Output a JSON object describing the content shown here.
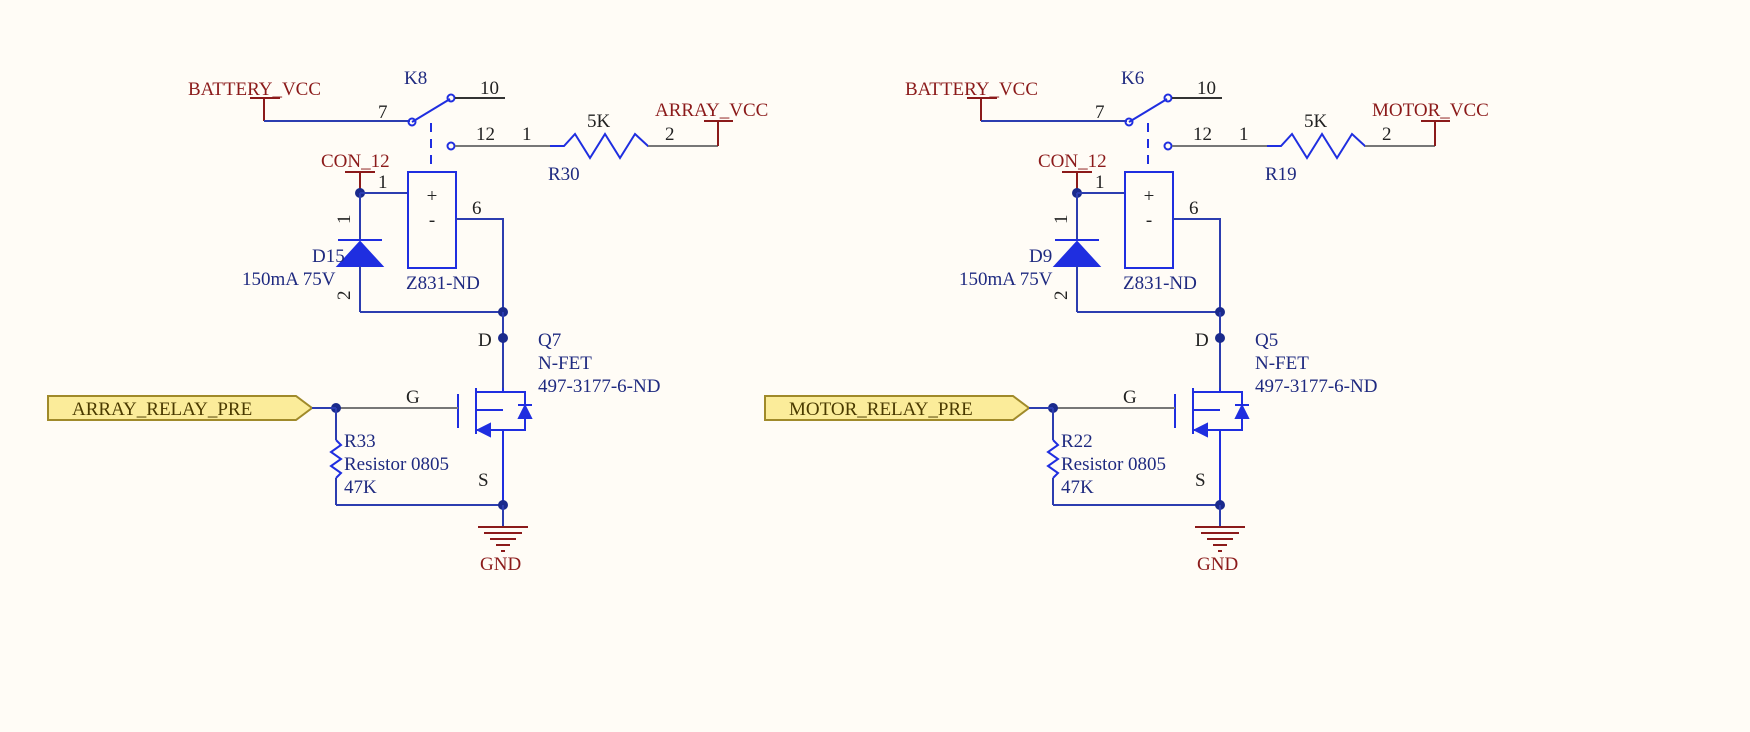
{
  "colors": {
    "background": "#fffcf6",
    "wire": "#2c3db0",
    "component": "#1f2ee0",
    "net_label": "#8b1a1a",
    "port_fill": "#fbec9a"
  },
  "circuits": [
    {
      "supply_label": "BATTERY_VCC",
      "relay": {
        "ref": "K8",
        "part": "Z831-ND",
        "pin_com": "7",
        "pin_no": "10",
        "pin_nc": "12",
        "pin_coil_plus": "1",
        "pin_coil_minus": "6",
        "plus_sign": "+",
        "minus_sign": "-"
      },
      "resistor": {
        "ref": "R30",
        "value": "5K",
        "pin1": "1",
        "pin2": "2"
      },
      "output_label": "ARRAY_VCC",
      "coil_supply_label": "CON_12",
      "diode": {
        "ref": "D15",
        "value": "150mA 75V",
        "pin1": "1",
        "pin2": "2"
      },
      "fet": {
        "ref": "Q7",
        "type": "N-FET",
        "part": "497-3177-6-ND",
        "drain": "D",
        "gate": "G",
        "source": "S"
      },
      "input_port": "ARRAY_RELAY_PRE",
      "pulldown": {
        "ref": "R33",
        "desc": "Resistor 0805",
        "value": "47K"
      },
      "ground_label": "GND"
    },
    {
      "supply_label": "BATTERY_VCC",
      "relay": {
        "ref": "K6",
        "part": "Z831-ND",
        "pin_com": "7",
        "pin_no": "10",
        "pin_nc": "12",
        "pin_coil_plus": "1",
        "pin_coil_minus": "6",
        "plus_sign": "+",
        "minus_sign": "-"
      },
      "resistor": {
        "ref": "R19",
        "value": "5K",
        "pin1": "1",
        "pin2": "2"
      },
      "output_label": "MOTOR_VCC",
      "coil_supply_label": "CON_12",
      "diode": {
        "ref": "D9",
        "value": "150mA 75V",
        "pin1": "1",
        "pin2": "2"
      },
      "fet": {
        "ref": "Q5",
        "type": "N-FET",
        "part": "497-3177-6-ND",
        "drain": "D",
        "gate": "G",
        "source": "S"
      },
      "input_port": "MOTOR_RELAY_PRE",
      "pulldown": {
        "ref": "R22",
        "desc": "Resistor 0805",
        "value": "47K"
      },
      "ground_label": "GND"
    }
  ]
}
